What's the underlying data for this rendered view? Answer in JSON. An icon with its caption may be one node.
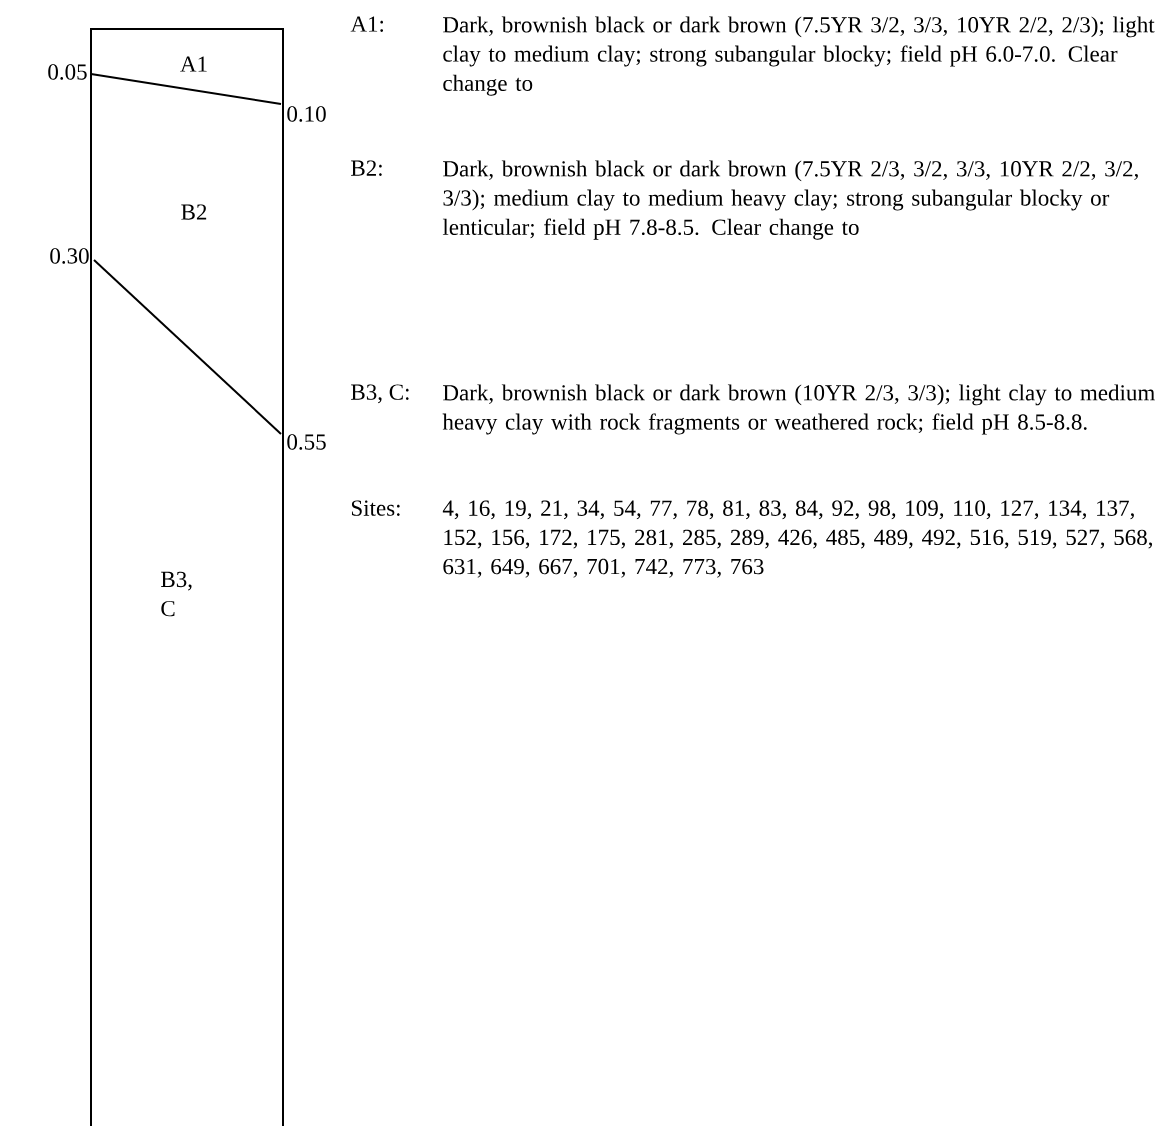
{
  "diagram": {
    "nodes": [
      {
        "text": [
          "A1",
          "B2",
          "B3, C"
        ]
      }
    ],
    "labels": [
      "0.05",
      "0.10",
      "0.30",
      "0.55",
      "A1:",
      "Dark, brownish black or dark brown (7.5YR 3/2, 3/3, 10YR 2/2, 2/3); light clay to medium clay; strong subangular blocky; field pH 6.0-7.0.  Clear change to",
      "B2:",
      "Dark, brownish black or dark brown (7.5YR 2/3, 3/2, 3/3, 10YR 2/2, 3/2, 3/3); medium clay to medium heavy clay; strong subangular blocky or lenticular; field pH 7.8-8.5.  Clear change to",
      "B3, C:",
      "Dark, brownish black or dark brown (10YR 2/3, 3/3); light clay to medium heavy clay with rock fragments or weathered rock; field pH 8.5-8.8.",
      "Sites:",
      "4, 16, 19, 21, 34, 54, 77, 78, 81, 83, 84, 92, 98, 109, 110, 127, 134, 137, 152, 156, 172, 175, 281, 285, 289, 426, 485, 489, 492, 516, 519, 527, 568, 631, 649, 667, 701, 742, 773, 763"
    ]
  }
}
